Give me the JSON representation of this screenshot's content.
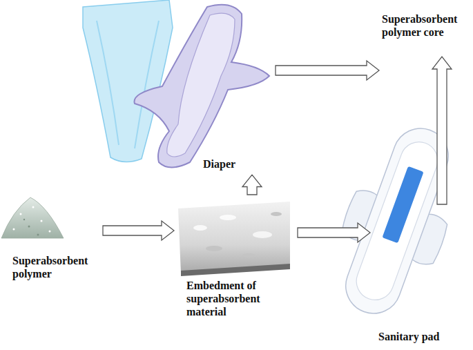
{
  "diagram": {
    "nodes": [
      {
        "text": [
          "Superabsorbent polymer"
        ]
      },
      {
        "text": [
          "Embedment of superabsorbent material"
        ]
      },
      {
        "text": [
          "Diaper"
        ]
      },
      {
        "text": [
          "Superabsorbent polymer core"
        ]
      },
      {
        "text": [
          "Sanitary pad"
        ]
      }
    ],
    "edges": [
      {
        "from": 0,
        "to": 1,
        "arrow": "to"
      },
      {
        "from": 1,
        "to": 2,
        "arrow": "to"
      },
      {
        "from": 2,
        "to": 3,
        "arrow": "to"
      },
      {
        "from": 1,
        "to": 4,
        "arrow": "to"
      },
      {
        "from": 4,
        "to": 3,
        "arrow": "to"
      }
    ]
  }
}
